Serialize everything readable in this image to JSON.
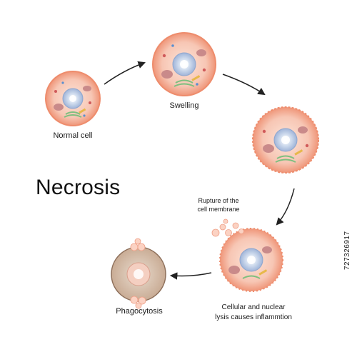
{
  "title": "Necrosis",
  "stages": {
    "normal": "Normal cell",
    "swelling": "Swelling",
    "rupture": "Rupture of the\ncell membrane",
    "lysis": "Cellular and nuclear\nlysis causes inflammtion",
    "phagocytosis": "Phagocytosis"
  },
  "stock_id": "727326917",
  "colors": {
    "cell_fill": "#f6c4b4",
    "cell_rim": "#ef8f6f",
    "nucleus": "#b9c9e3",
    "nucleolus": "#ffffff",
    "phagocyte": "#d9c3b0",
    "phagocyte_rim": "#8a6a55",
    "arrow": "#222222"
  }
}
